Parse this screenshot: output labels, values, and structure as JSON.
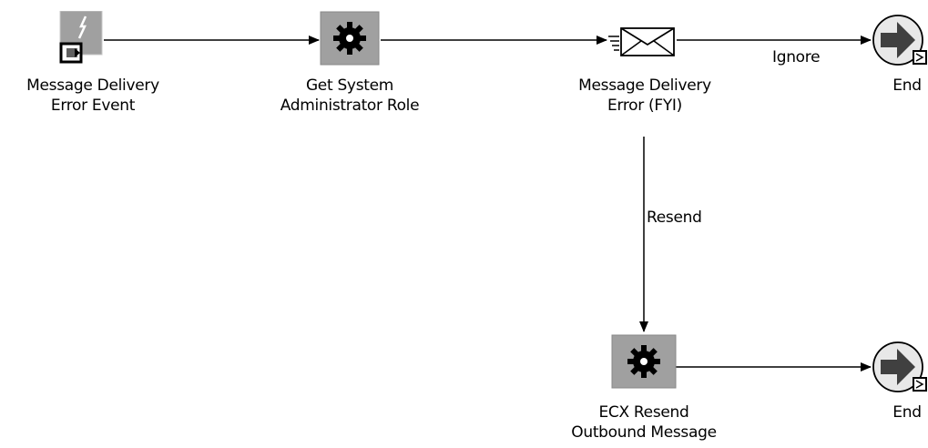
{
  "diagram": {
    "nodes": {
      "start_event": {
        "label_line1": "Message Delivery",
        "label_line2": "Error Event",
        "icon": "event-icon"
      },
      "get_role": {
        "label_line1": "Get System",
        "label_line2": "Administrator Role",
        "icon": "function-gear-icon"
      },
      "notification": {
        "label_line1": "Message Delivery",
        "label_line2": "Error (FYI)",
        "icon": "envelope-icon"
      },
      "end_top": {
        "label": "End",
        "icon": "end-arrow-icon"
      },
      "resend": {
        "label_line1": "ECX Resend",
        "label_line2": "Outbound Message",
        "icon": "function-gear-icon"
      },
      "end_bottom": {
        "label": "End",
        "icon": "end-arrow-icon"
      }
    },
    "edges": {
      "ignore": {
        "label": "Ignore"
      },
      "resend": {
        "label": "Resend"
      }
    },
    "colors": {
      "icon_tile": "#a0a0a0",
      "line": "#000000",
      "end_circle_fill": "#e8e8e8",
      "end_arrow": "#404040"
    }
  }
}
